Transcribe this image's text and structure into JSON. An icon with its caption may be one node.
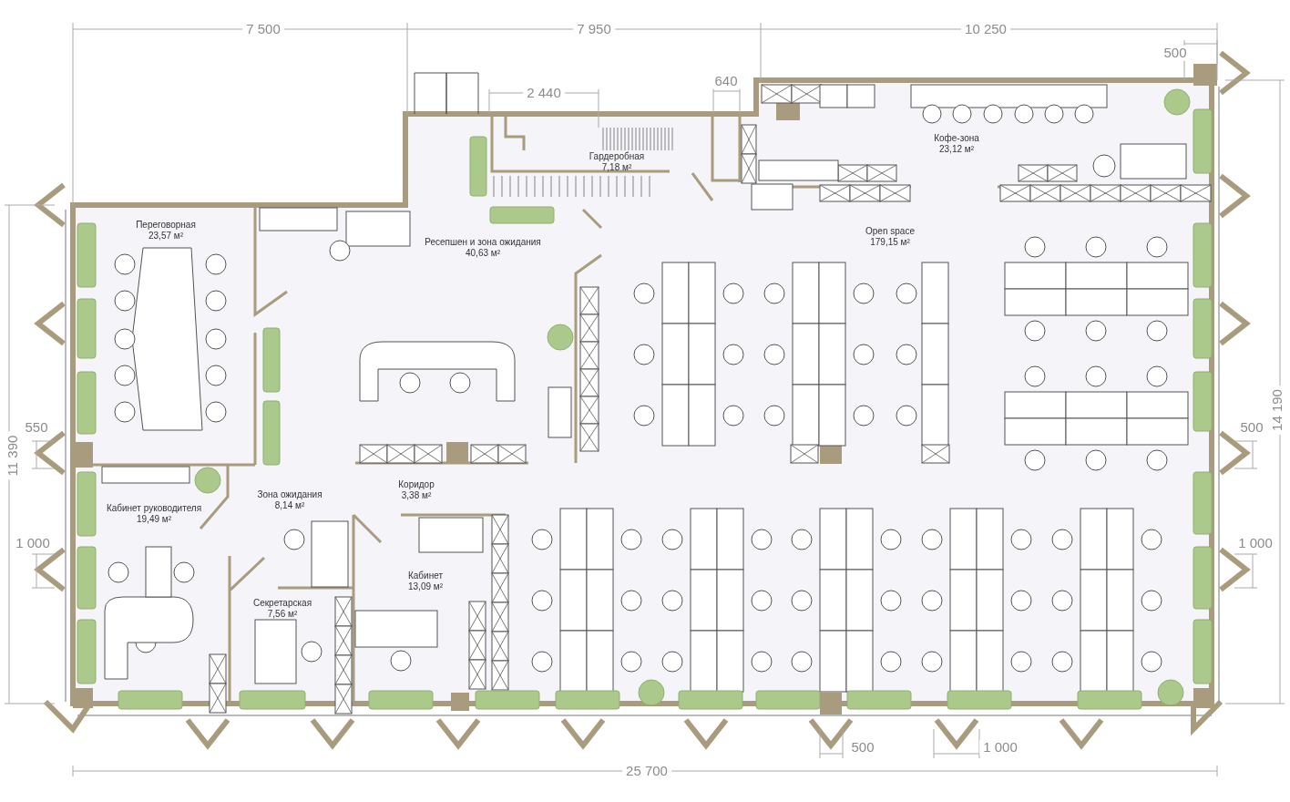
{
  "diagram": {
    "labels": [
      "7 500",
      "7 950",
      "10 250",
      "500",
      "640",
      "2 440",
      "Гардеробная",
      "7,18 м²",
      "Кофе-зона",
      "23,12 м²",
      "Переговорная",
      "23,57 м²",
      "Ресепшен и зона ожидания",
      "40,63 м²",
      "Open space",
      "179,15 м²",
      "11 390",
      "14 190",
      "550",
      "500",
      "Коридор",
      "3,38 м²",
      "Кабинет руководителя",
      "19,49 м²",
      "Зона ожидания",
      "8,14 м²",
      "1 000",
      "1 000",
      "Кабинет",
      "13,09 м²",
      "Секретарская",
      "7,56 м²",
      "500",
      "1 000",
      "25 700"
    ]
  }
}
